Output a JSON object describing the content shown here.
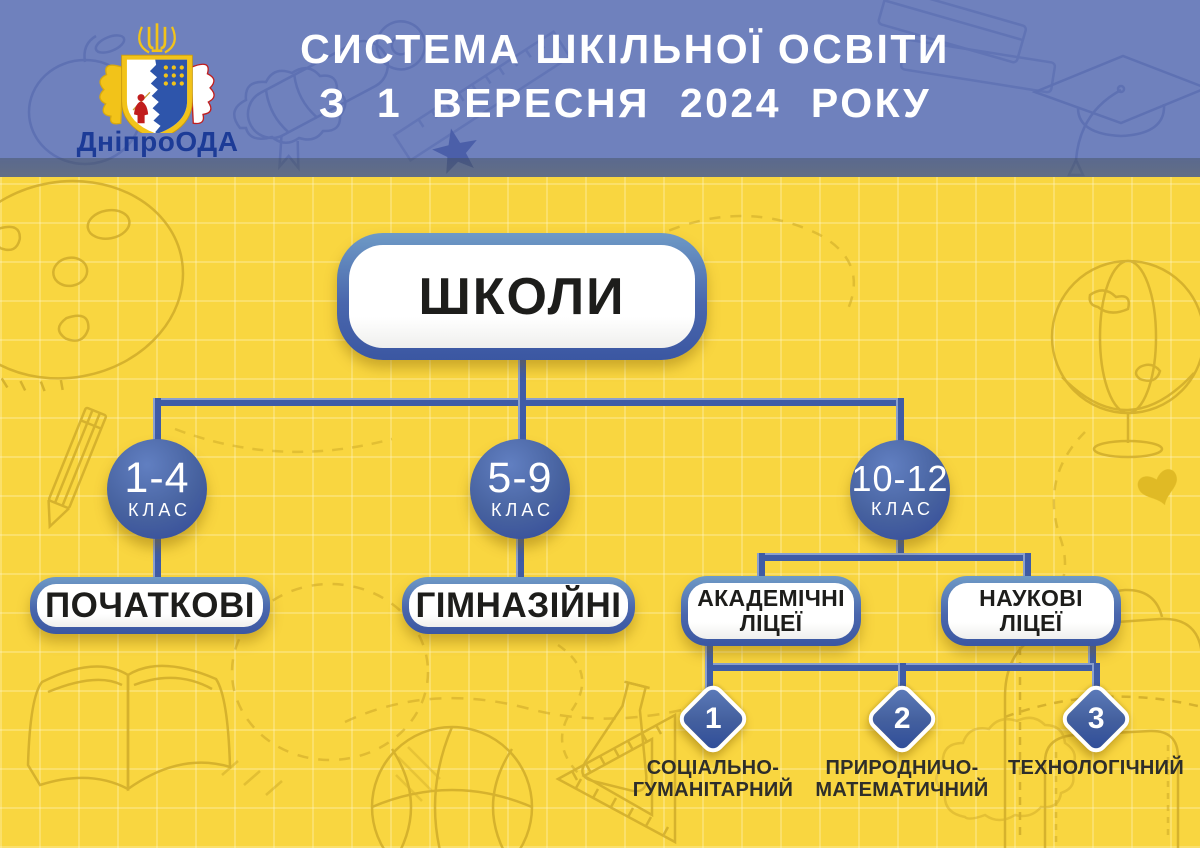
{
  "page": {
    "title_line1": "СИСТЕМА ШКІЛЬНОЇ ОСВІТИ",
    "title_line2": "З 1 ВЕРЕСНЯ 2024 РОКУ"
  },
  "logo": {
    "label": "ДніпроОДА"
  },
  "diagram": {
    "root_label": "ШКОЛИ",
    "branches": [
      {
        "grade_range": "1-4",
        "grade_unit": "КЛАС",
        "school_type": "ПОЧАТКОВІ"
      },
      {
        "grade_range": "5-9",
        "grade_unit": "КЛАС",
        "school_type": "ГІМНАЗІЙНІ"
      },
      {
        "grade_range": "10-12",
        "grade_unit": "КЛАС"
      }
    ],
    "lyceums": [
      {
        "lines": [
          "АКАДЕМІЧНІ",
          "ЛІЦЕЇ"
        ]
      },
      {
        "lines": [
          "НАУКОВІ",
          "ЛІЦЕЇ"
        ]
      }
    ],
    "profiles": [
      {
        "number": "1",
        "lines": [
          "СОЦІАЛЬНО-",
          "ГУМАНІТАРНИЙ"
        ]
      },
      {
        "number": "2",
        "lines": [
          "ПРИРОДНИЧО-",
          "МАТЕМАТИЧНИЙ"
        ]
      },
      {
        "number": "3",
        "lines": [
          "ТЕХНОЛОГІЧНИЙ",
          ""
        ]
      }
    ]
  },
  "colors": {
    "header_bg": "#6f81bd",
    "body_bg": "#f9d640",
    "connector_blue": "#3f5ca6",
    "node_gradient_light": "#5f7dbc",
    "node_gradient_dark": "#32489a",
    "box_border_top": "#6e9ac6",
    "box_border_bottom": "#3b57a2",
    "box_text": "#1d1d1b",
    "title_text": "#ffffff",
    "logo_text": "#1c3b97",
    "doodle_yellow": "#cda928",
    "doodle_blue": "#5b6eb1"
  }
}
